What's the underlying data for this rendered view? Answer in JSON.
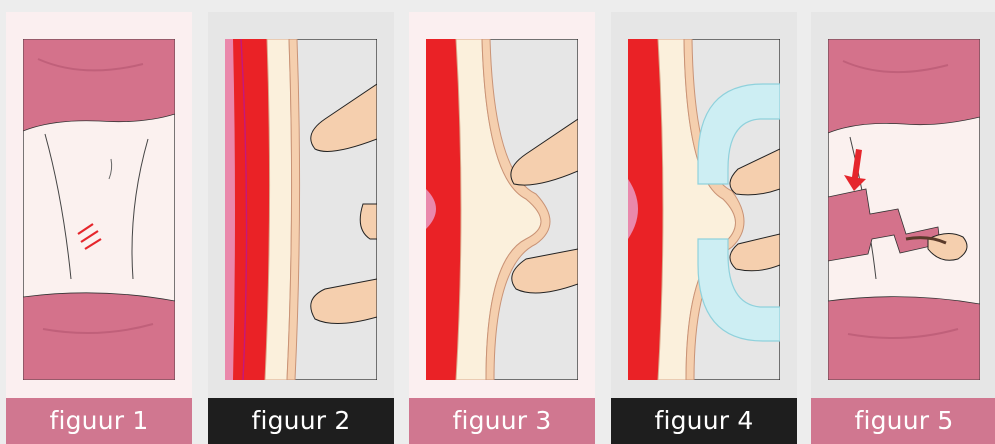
{
  "colors": {
    "page_background": "#ededed",
    "panel_skin_bg": "#fbeff0",
    "panel_grey_bg": "#e6e6e6",
    "label_pink": "#d07790",
    "label_black": "#1e1e1e",
    "skin": "#f5cfae",
    "fat": "#fbf0dc",
    "muscle": "#ea2226",
    "garment_pink": "#d4728b",
    "device_blue": "#cdeef3",
    "arrow_red": "#e5262c"
  },
  "figures": [
    {
      "label": "figuur 1",
      "icon": "abdomen-with-scar"
    },
    {
      "label": "figuur 2",
      "icon": "skin-layer-cross-section"
    },
    {
      "label": "figuur 3",
      "icon": "skin-fold-pinched"
    },
    {
      "label": "figuur 4",
      "icon": "clamp-on-skin-fold"
    },
    {
      "label": "figuur 5",
      "icon": "device-applied-to-abdomen"
    }
  ]
}
